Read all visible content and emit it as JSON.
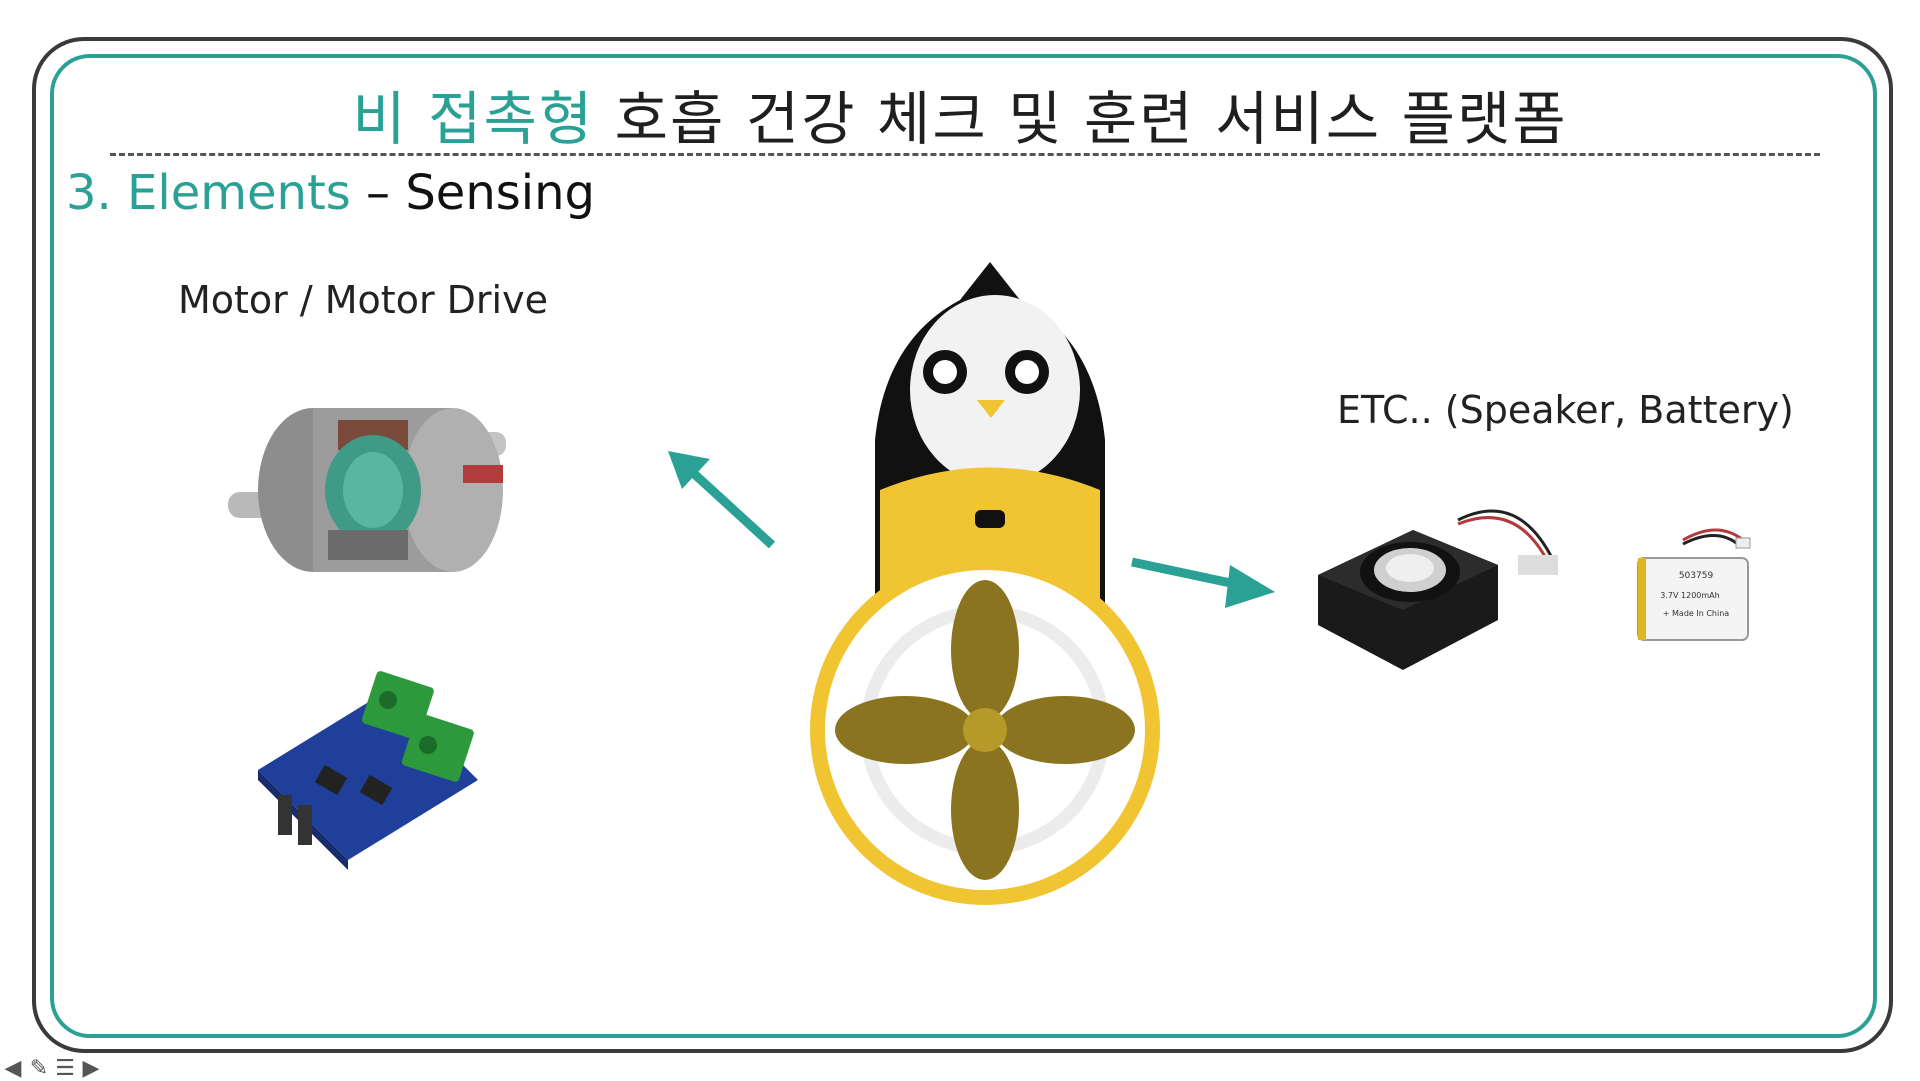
{
  "slide": {
    "title_accent": "비 접촉형",
    "title_rest": " 호흡 건강 체크 및 훈련 서비스 플랫폼",
    "section_number": "3. Elements",
    "section_sep": " – ",
    "section_sub": "Sensing",
    "label_motor": "Motor / Motor Drive",
    "label_etc": "ETC.. (Speaker, Battery)",
    "battery_text": [
      "503759",
      "3.7V 1200mAh",
      "+ Made In China"
    ]
  },
  "colors": {
    "accent": "#2aa194",
    "frame": "#3a3a3a",
    "penguin_yellow": "#f1c432",
    "penguin_black": "#111111",
    "fan_blade": "#8a7420"
  },
  "icons": {
    "nav": [
      "arrow-left-icon",
      "pen-icon",
      "menu-icon",
      "arrow-right-icon"
    ]
  }
}
